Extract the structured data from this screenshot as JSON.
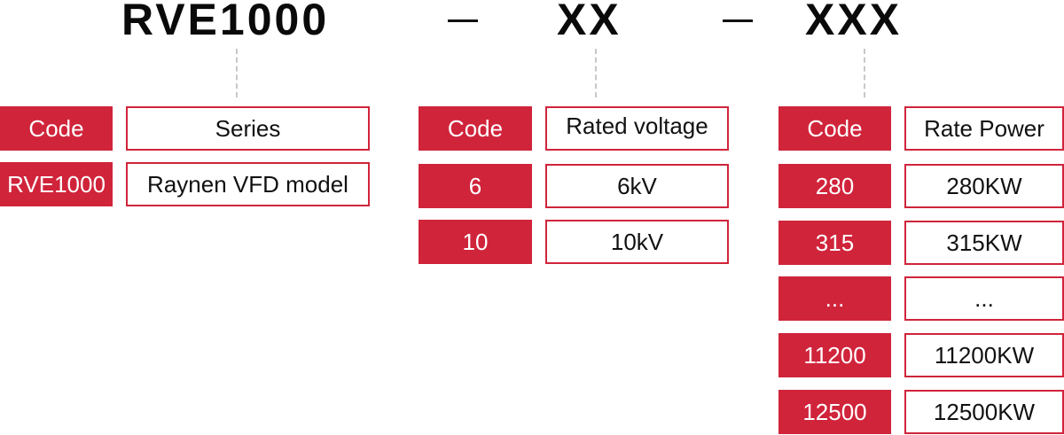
{
  "model_code": {
    "series": "RVE1000",
    "separator_1": "—",
    "voltage_placeholder": "XX",
    "separator_2": "—",
    "power_placeholder": "XXX"
  },
  "series_table": {
    "header": {
      "code": "Code",
      "desc": "Series"
    },
    "rows": [
      {
        "code": "RVE1000",
        "desc": "Raynen VFD model"
      }
    ]
  },
  "voltage_table": {
    "header": {
      "code": "Code",
      "desc": "Rated voltage"
    },
    "rows": [
      {
        "code": "6",
        "desc": "6kV"
      },
      {
        "code": "10",
        "desc": "10kV"
      }
    ]
  },
  "power_table": {
    "header": {
      "code": "Code",
      "desc": "Rate Power"
    },
    "rows": [
      {
        "code": "280",
        "desc": "280KW"
      },
      {
        "code": "315",
        "desc": "315KW"
      },
      {
        "code": "...",
        "desc": "..."
      },
      {
        "code": "11200",
        "desc": "11200KW"
      },
      {
        "code": "12500",
        "desc": "12500KW"
      }
    ]
  },
  "colors": {
    "accent": "#d0243b",
    "connector": "#c8c8c8",
    "text": "#111111"
  }
}
